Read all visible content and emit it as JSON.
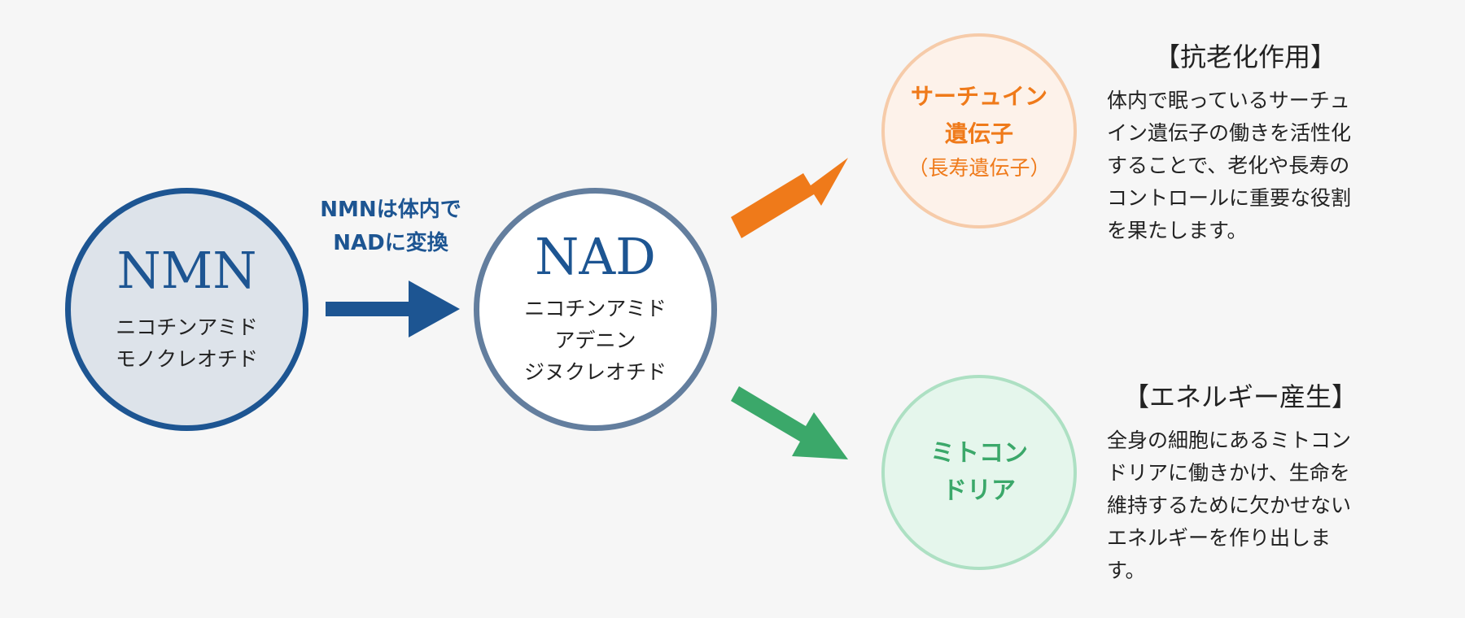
{
  "nmn": {
    "title": "NMN",
    "line1": "ニコチンアミド",
    "line2": "モノクレオチド"
  },
  "conversion": {
    "line1": "NMNは体内で",
    "line2": "NADに変換"
  },
  "nad": {
    "title": "NAD",
    "line1": "ニコチンアミド",
    "line2": "アデニン",
    "line3": "ジヌクレオチド"
  },
  "sirtuin": {
    "line1": "サーチュイン",
    "line2": "遺伝子",
    "line3": "（長寿遺伝子）"
  },
  "mitochondria": {
    "line1": "ミトコン",
    "line2": "ドリア"
  },
  "aging": {
    "heading": "【抗老化作用】",
    "lines": [
      "体内で眠っているサーチュ",
      "イン遺伝子の働きを活性化",
      "することで、老化や長寿の",
      "コントロールに重要な役割",
      "を果たします。"
    ]
  },
  "energy": {
    "heading": "【エネルギー産生】",
    "lines": [
      "全身の細胞にあるミトコン",
      "ドリアに働きかけ、生命を",
      "維持するために欠かせない",
      "エネルギーを作り出しま",
      "す。"
    ]
  },
  "colors": {
    "navy": "#1d5592",
    "slate": "#637e9e",
    "orange": "#ef7a1a",
    "green": "#3ba86a",
    "background": "#f6f6f6"
  }
}
